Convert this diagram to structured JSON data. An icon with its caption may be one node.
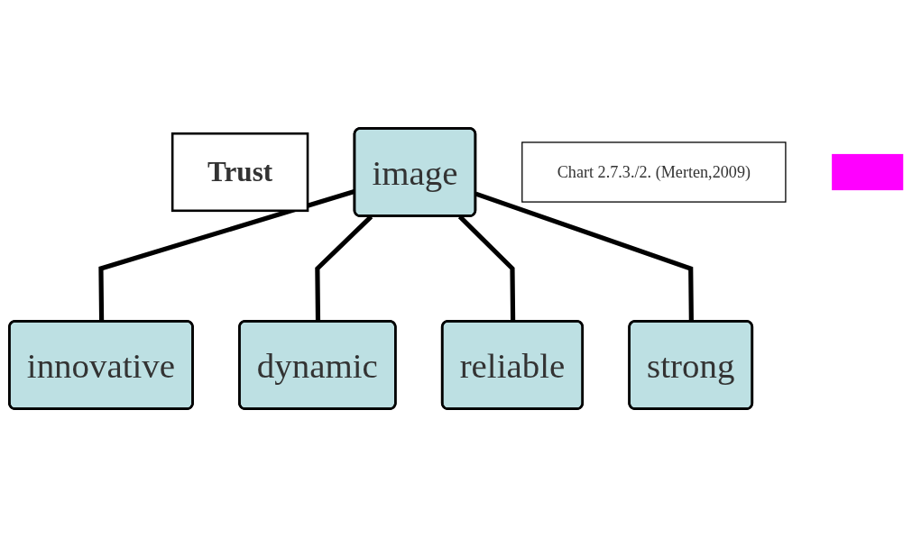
{
  "diagram": {
    "nodes": [
      {
        "text": [
          "image"
        ]
      },
      {
        "text": [
          "innovative"
        ]
      },
      {
        "text": [
          "dynamic"
        ]
      },
      {
        "text": [
          "reliable"
        ]
      },
      {
        "text": [
          "strong"
        ]
      },
      {
        "text": [
          "Trust"
        ]
      },
      {
        "text": [
          "Chart 2.7.3./2. (Merten,2009)"
        ]
      },
      {
        "text": [],
        "shape": "bar"
      }
    ],
    "edges": [
      {
        "from": 0,
        "to": 1,
        "arrow": "none"
      },
      {
        "from": 0,
        "to": 2,
        "arrow": "none"
      },
      {
        "from": 0,
        "to": 3,
        "arrow": "none"
      },
      {
        "from": 0,
        "to": 4,
        "arrow": "none"
      }
    ]
  }
}
